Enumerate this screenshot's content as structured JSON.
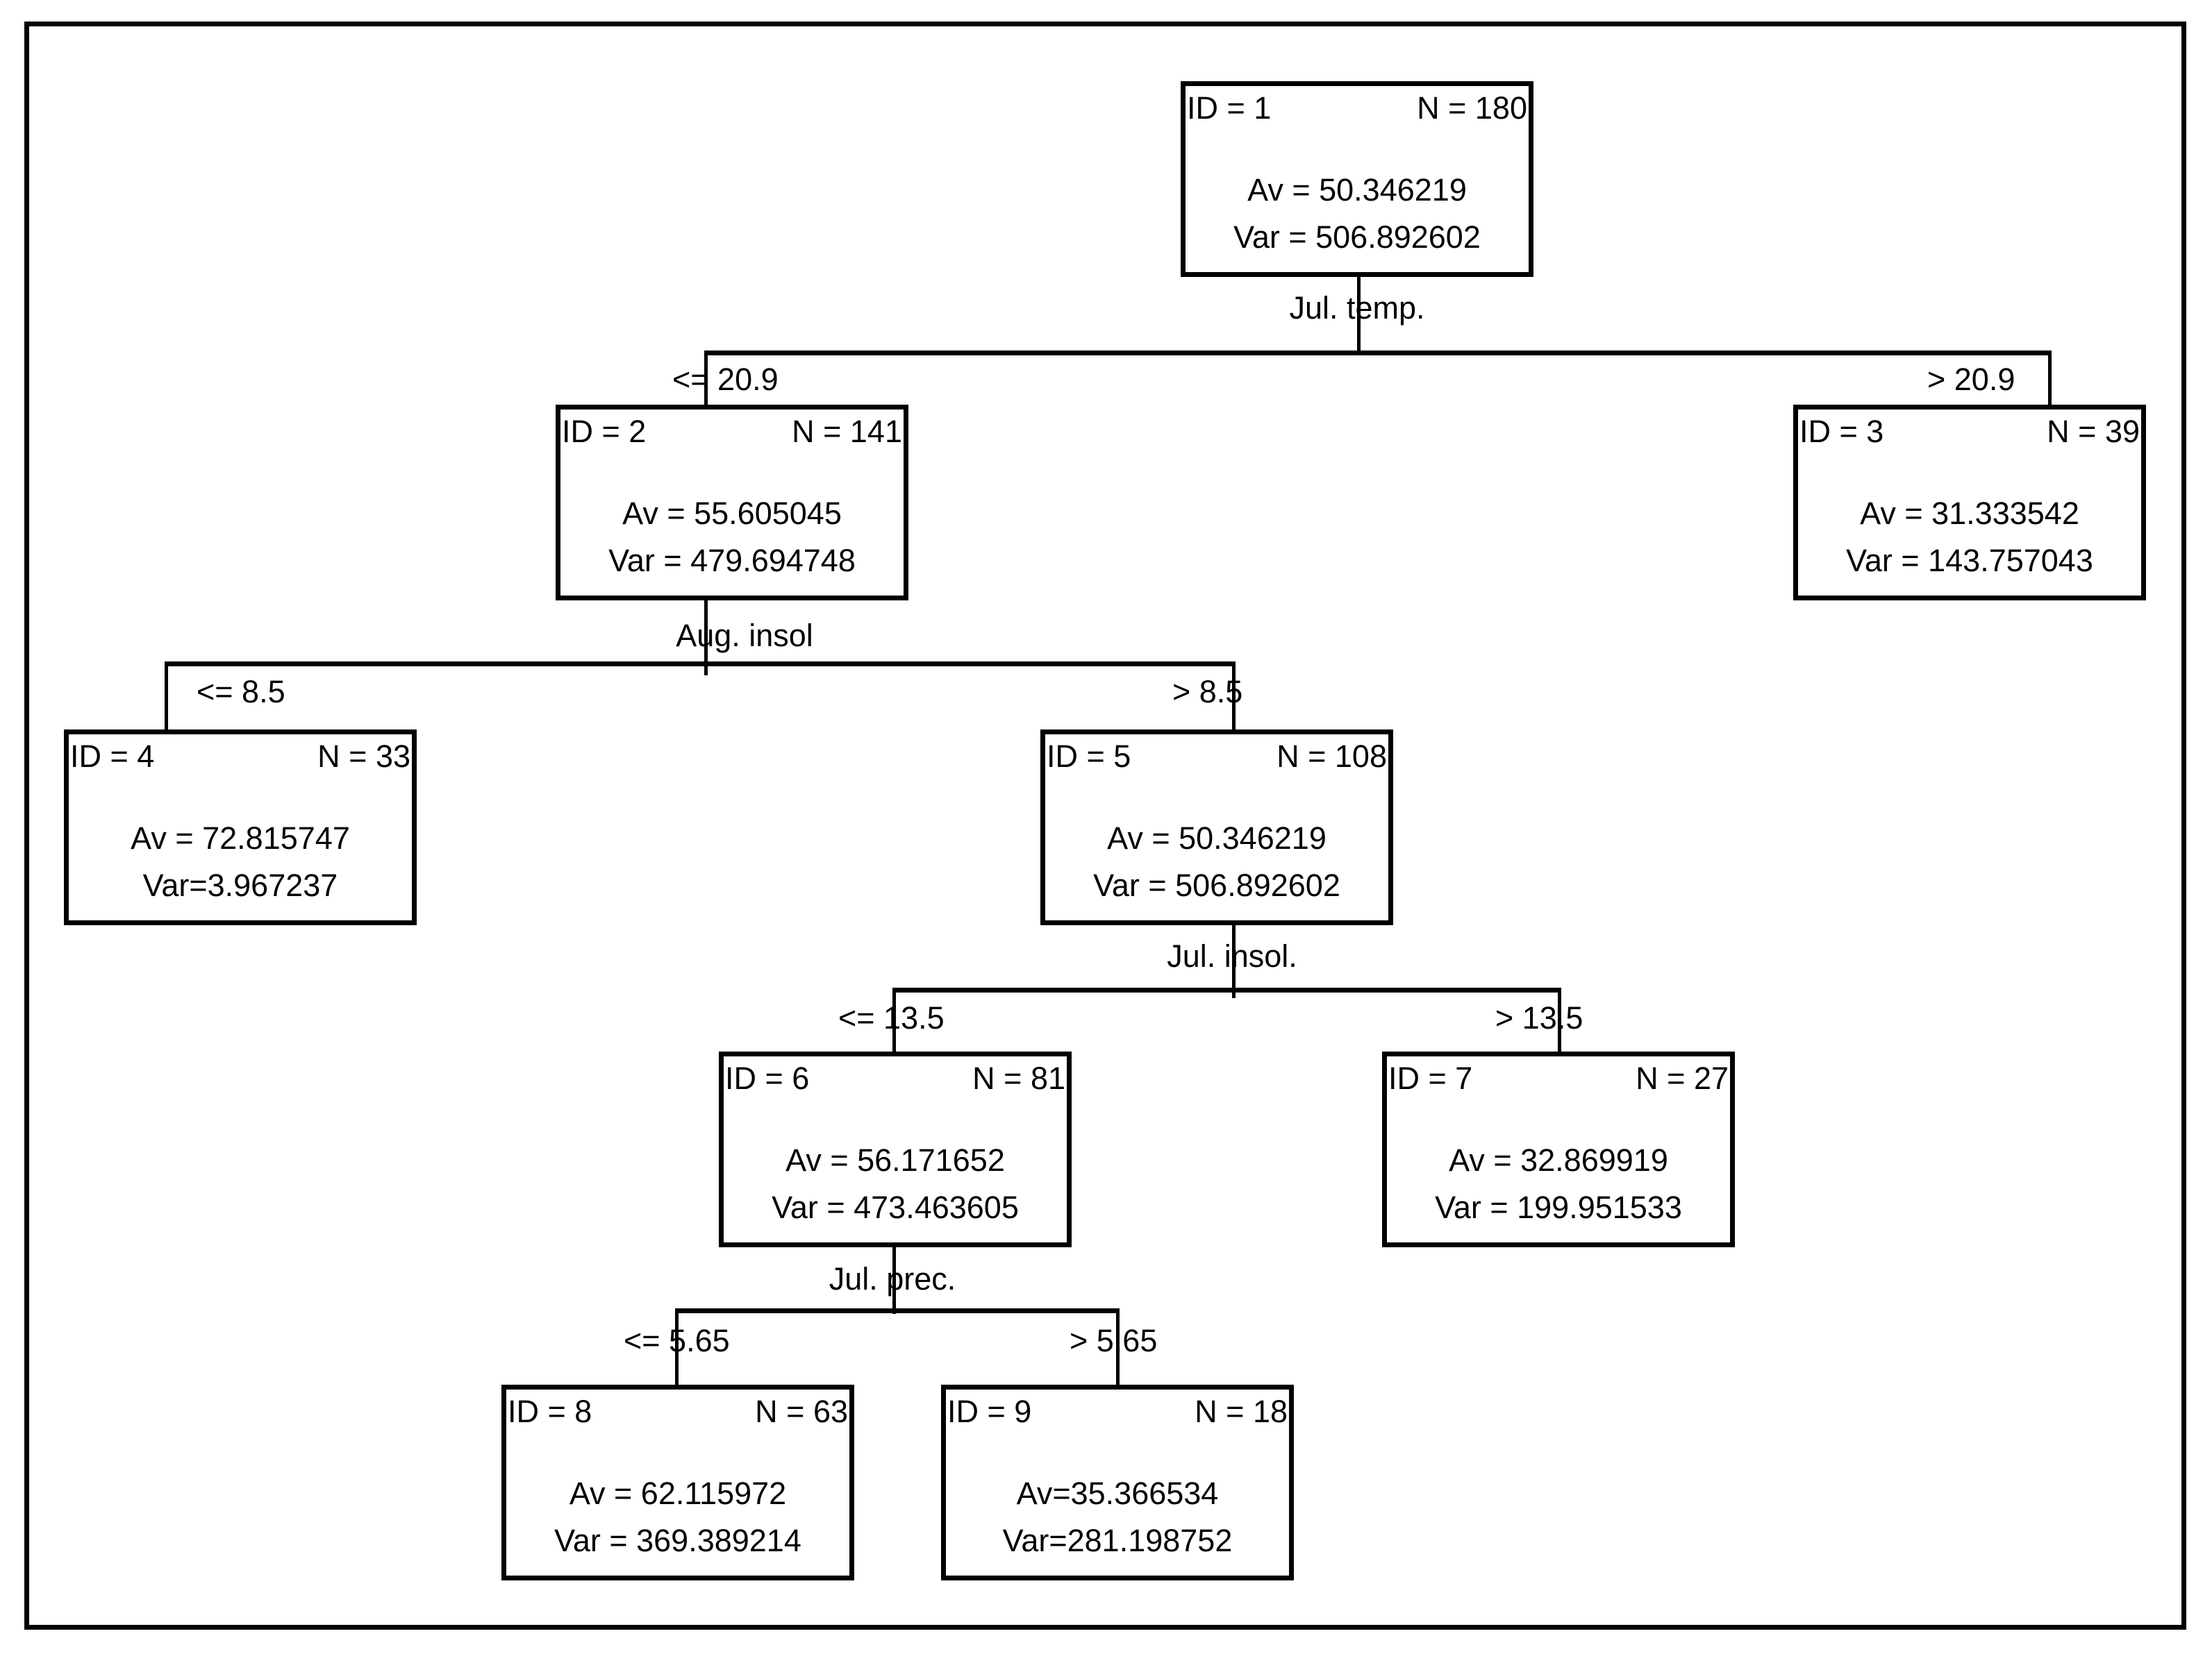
{
  "figure": {
    "type": "decision-tree",
    "frame": "rectangular-border"
  },
  "chart_data": {
    "type": "tree",
    "title": "",
    "description": "Regression tree with node statistics (ID, N, Av, Var) and splitting variables",
    "nodes": [
      {
        "id_label": "ID = 1",
        "n_label": "N = 180",
        "av_label": "Av = 50.346219",
        "var_label": "Var = 506.892602",
        "id": 1,
        "n": 180,
        "av": 50.346219,
        "var": 506.892602
      },
      {
        "id_label": "ID = 2",
        "n_label": "N = 141",
        "av_label": "Av = 55.605045",
        "var_label": "Var = 479.694748",
        "id": 2,
        "n": 141,
        "av": 55.605045,
        "var": 479.694748
      },
      {
        "id_label": "ID = 3",
        "n_label": "N = 39",
        "av_label": "Av = 31.333542",
        "var_label": "Var = 143.757043",
        "id": 3,
        "n": 39,
        "av": 31.333542,
        "var": 143.757043
      },
      {
        "id_label": "ID = 4",
        "n_label": "N = 33",
        "av_label": "Av = 72.815747",
        "var_label": "Var=3.967237",
        "id": 4,
        "n": 33,
        "av": 72.815747,
        "var": 3.967237
      },
      {
        "id_label": "ID = 5",
        "n_label": "N = 108",
        "av_label": "Av = 50.346219",
        "var_label": "Var = 506.892602",
        "id": 5,
        "n": 108,
        "av": 50.346219,
        "var": 506.892602
      },
      {
        "id_label": "ID = 6",
        "n_label": "N = 81",
        "av_label": "Av = 56.171652",
        "var_label": "Var = 473.463605",
        "id": 6,
        "n": 81,
        "av": 56.171652,
        "var": 473.463605
      },
      {
        "id_label": "ID = 7",
        "n_label": "N = 27",
        "av_label": "Av = 32.869919",
        "var_label": "Var = 199.951533",
        "id": 7,
        "n": 27,
        "av": 32.869919,
        "var": 199.951533
      },
      {
        "id_label": "ID = 8",
        "n_label": "N = 63",
        "av_label": "Av = 62.115972",
        "var_label": "Var = 369.389214",
        "id": 8,
        "n": 63,
        "av": 62.115972,
        "var": 369.389214
      },
      {
        "id_label": "ID = 9",
        "n_label": "N = 18",
        "av_label": "Av=35.366534",
        "var_label": "Var=281.198752",
        "id": 9,
        "n": 18,
        "av": 35.366534,
        "var": 281.198752
      }
    ],
    "splits": [
      {
        "parent_id": 1,
        "variable": "Jul. temp.",
        "threshold": 20.9,
        "left_label": "<= 20.9",
        "right_label": "> 20.9",
        "left_child": 2,
        "right_child": 3
      },
      {
        "parent_id": 2,
        "variable": "Aug. insol",
        "threshold": 8.5,
        "left_label": "<= 8.5",
        "right_label": "> 8.5",
        "left_child": 4,
        "right_child": 5
      },
      {
        "parent_id": 5,
        "variable": "Jul. insol.",
        "threshold": 13.5,
        "left_label": "<= 13.5",
        "right_label": "> 13.5",
        "left_child": 6,
        "right_child": 7
      },
      {
        "parent_id": 6,
        "variable": "Jul. prec.",
        "threshold": 5.65,
        "left_label": "<= 5.65",
        "right_label": "> 5.65",
        "left_child": 8,
        "right_child": 9
      }
    ]
  }
}
